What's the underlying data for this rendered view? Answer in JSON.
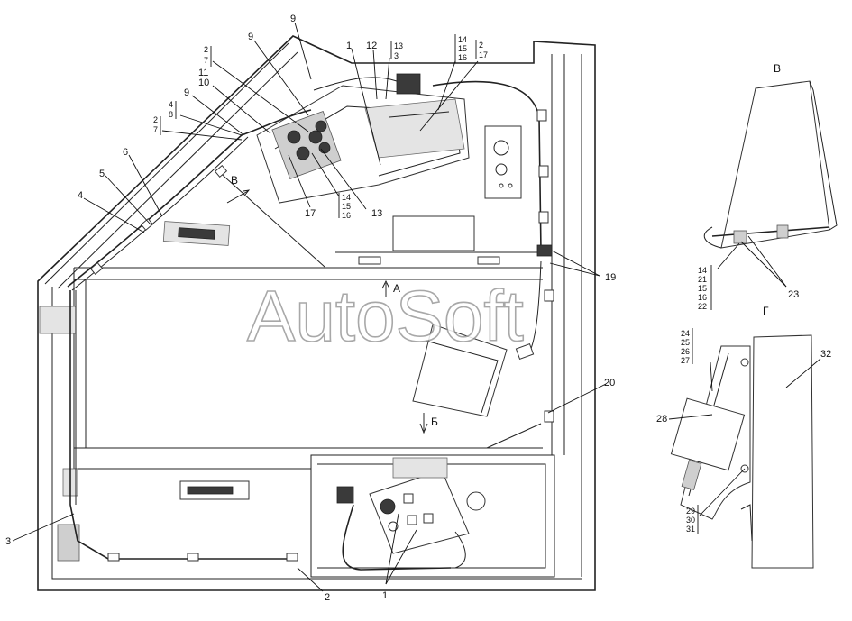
{
  "watermark": "AutoSoft",
  "view_labels": {
    "view_v_title": "В",
    "view_g_title": "Г",
    "view_v_arrow": "В",
    "view_a_arrow": "А",
    "view_b_arrow": "Б"
  },
  "callouts": {
    "c1_top": "1",
    "c1_bottom": "1",
    "c2_bottom": "2",
    "c3": "3",
    "c4": "4",
    "c5": "5",
    "c6": "6",
    "c9_left": "9",
    "c9_mid": "9",
    "c9_top": "9",
    "c10": "10",
    "c11": "11",
    "c12": "12",
    "c13_bottom": "13",
    "c17": "17",
    "c19": "19",
    "c20": "20",
    "c23": "23",
    "c28": "28",
    "c32": "32"
  },
  "fractions": {
    "f_2_7_top": {
      "num": "2",
      "den": "7"
    },
    "f_4_8": {
      "num": "4",
      "den": "8"
    },
    "f_2_7_left": {
      "num": "2",
      "den": "7"
    },
    "f_2_17": {
      "num": "2",
      "den": "17"
    },
    "f_13_3": {
      "num": "13",
      "den": "3"
    }
  },
  "stacks": {
    "s_14_15_16_top": [
      "14",
      "15",
      "16"
    ],
    "s_14_15_16_mid": [
      "14",
      "15",
      "16"
    ],
    "s_view_v": [
      "14",
      "21",
      "15",
      "16",
      "22"
    ],
    "s_view_g_top": [
      "24",
      "25",
      "26",
      "27"
    ],
    "s_view_g_bottom": [
      "29",
      "30",
      "31"
    ]
  }
}
